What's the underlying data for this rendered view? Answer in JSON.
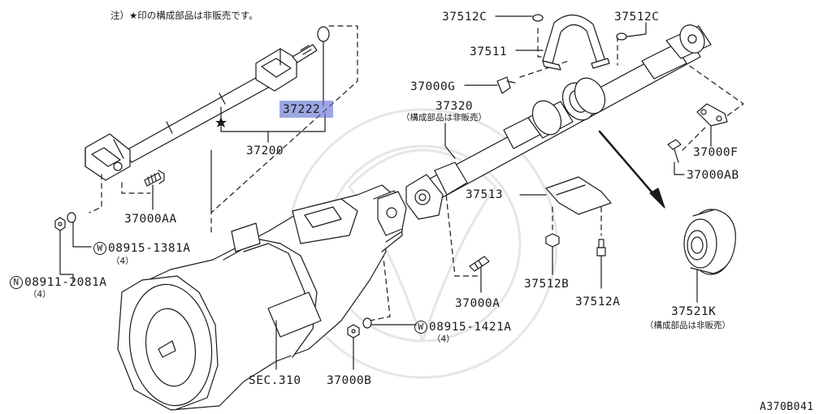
{
  "note": "注）★印の構成部品は非販売です。",
  "highlight_color": "#5f6fd0",
  "labels": {
    "p37512C_a": "37512C",
    "p37512C_b": "37512C",
    "p37511": "37511",
    "p37000G": "37000G",
    "p37222": "37222",
    "p37320": "37320",
    "p37320_note": "（構成部品は非販売）",
    "p37200": "37200",
    "p37000F": "37000F",
    "p37000AB": "37000AB",
    "p37513": "37513",
    "p37000AA": "37000AA",
    "w08915_1381A": "08915-1381A",
    "w08915_1381A_qty": "（4）",
    "n08911_2081A": "08911-2081A",
    "n08911_2081A_qty": "（4）",
    "p37512B": "37512B",
    "p37512A": "37512A",
    "p37000A": "37000A",
    "p37521K": "37521K",
    "p37521K_note": "（構成部品は非販売）",
    "w08915_1421A": "08915-1421A",
    "w08915_1421A_qty": "（4）",
    "sec310": "SEC.310",
    "p37000B": "37000B",
    "figure_code": "A370B041",
    "circle_W": "W",
    "circle_N": "N"
  }
}
